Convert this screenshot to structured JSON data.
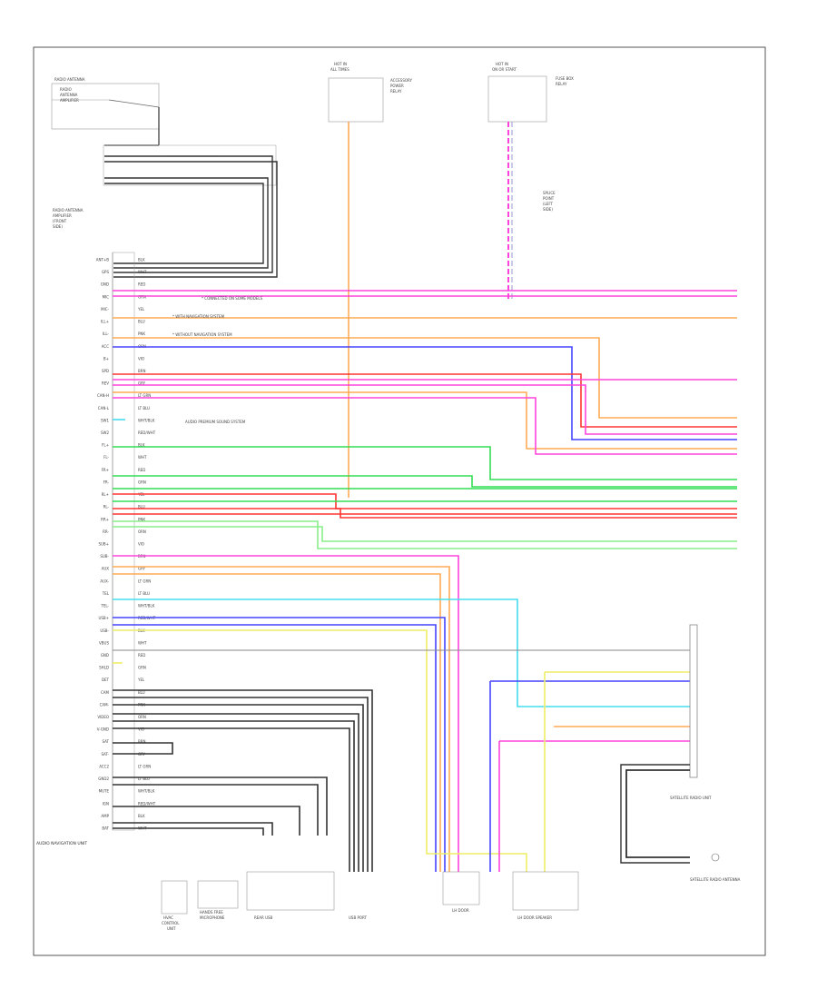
{
  "units": {
    "antenna_block": {
      "lines": [
        "RADIO ANTENNA",
        "RADIO",
        "ANTENNA",
        "AMPLIFIER"
      ]
    },
    "antenna_control": {
      "lines": [
        "RADIO ANTENNA",
        "AMPLIFIER",
        "(FRONT",
        "SIDE)"
      ]
    },
    "relay_1": {
      "lines": [
        "HOT IN",
        "ALL TIMES",
        "ACCESSORY",
        "POWER",
        "RELAY"
      ]
    },
    "relay_2": {
      "lines": [
        "HOT IN",
        "ON OR START",
        "FUSE BOX",
        "RELAY"
      ]
    },
    "mid_conn": {
      "lines": [
        "SPLICE",
        "POINT",
        "(LEFT",
        "SIDE)"
      ]
    },
    "main_unit": {
      "label": "AUDIO NAVIGATION UNIT"
    },
    "bottom_labels": [
      "HVAC",
      "CONTROL",
      "UNIT",
      "HANDS FREE",
      "MICROPHONE",
      "USB PORT",
      "LH DOOR",
      "LH DOOR SPEAKER",
      "SATELLITE RADIO ANTENNA",
      "REAR USB"
    ],
    "right_unit": {
      "label": "SATELLITE RADIO UNIT"
    }
  },
  "pin_labels": [
    "ANT+B",
    "GPS",
    "GND",
    "MIC",
    "MIC-",
    "ILL+",
    "ILL-",
    "ACC",
    "B+",
    "SPD",
    "REV",
    "CAN-H",
    "CAN-L",
    "SW1",
    "SW2",
    "FL+",
    "FL-",
    "FR+",
    "FR-",
    "RL+",
    "RL-",
    "RR+",
    "RR-",
    "SUB+",
    "SUB-",
    "AUX",
    "AUX-",
    "TEL",
    "TEL-",
    "USB+",
    "USB-",
    "VBUS",
    "GND",
    "SHLD",
    "DET",
    "CAM",
    "CAM-",
    "VIDEO",
    "V-GND",
    "SAT",
    "SAT-",
    "ACC2",
    "GND2",
    "MUTE",
    "IGN",
    "AMP",
    "BAT"
  ],
  "wire_codes": [
    "BLK",
    "WHT",
    "RED",
    "GRN",
    "YEL",
    "BLU",
    "PNK",
    "ORN",
    "VIO",
    "BRN",
    "GRY",
    "LT GRN",
    "LT BLU",
    "WHT/BLK",
    "RED/WHT"
  ],
  "notes": [
    "* CONNECTED ON SOME MODELS",
    "* WITH NAVIGATION SYSTEM",
    "* WITHOUT NAVIGATION SYSTEM",
    "AUDIO PREMIUM SOUND SYSTEM"
  ],
  "colors": {
    "pink": "#ff44dd",
    "red": "#ff3333",
    "green": "#33dd55",
    "lightgreen": "#88ee88",
    "blue": "#4444ff",
    "orange": "#ffaa55",
    "yellow": "#eeee66",
    "cyan": "#44ddee",
    "gray": "#888888",
    "black": "#333333",
    "lightblue": "#99bbff"
  }
}
